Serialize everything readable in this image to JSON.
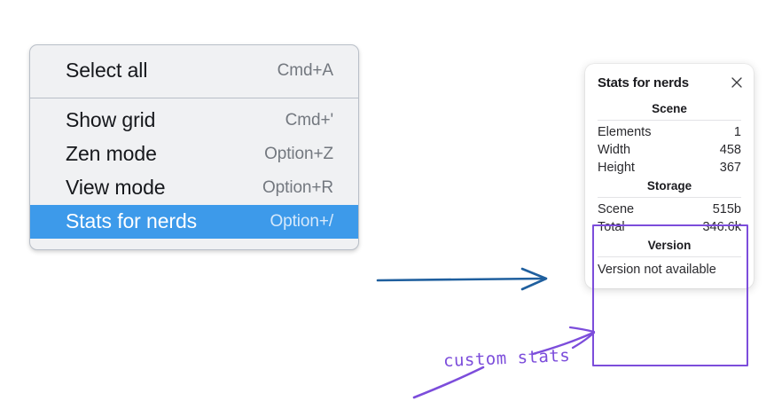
{
  "context_menu": {
    "name": "view-context-menu",
    "groups": [
      {
        "items": [
          {
            "label": "Select all",
            "shortcut": "Cmd+A",
            "selected": false
          }
        ]
      },
      {
        "items": [
          {
            "label": "Show grid",
            "shortcut": "Cmd+'",
            "selected": false
          },
          {
            "label": "Zen mode",
            "shortcut": "Option+Z",
            "selected": false
          },
          {
            "label": "View mode",
            "shortcut": "Option+R",
            "selected": false
          },
          {
            "label": "Stats for nerds",
            "shortcut": "Option+/",
            "selected": true
          }
        ]
      }
    ],
    "highlight_color": "#3d9aea"
  },
  "stats_panel": {
    "title": "Stats for nerds",
    "close_icon": "close-icon",
    "sections": [
      {
        "heading": "Scene",
        "rows": [
          {
            "key": "Elements",
            "value": "1"
          },
          {
            "key": "Width",
            "value": "458"
          },
          {
            "key": "Height",
            "value": "367"
          }
        ]
      },
      {
        "heading": "Storage",
        "rows": [
          {
            "key": "Scene",
            "value": "515b"
          },
          {
            "key": "Total",
            "value": "346.6k"
          }
        ]
      },
      {
        "heading": "Version",
        "note": "Version not available"
      }
    ]
  },
  "annotations": {
    "callout_label": "custom stats",
    "callout_color": "#7c4ddb",
    "flow_arrow_color": "#1f5f9e"
  }
}
